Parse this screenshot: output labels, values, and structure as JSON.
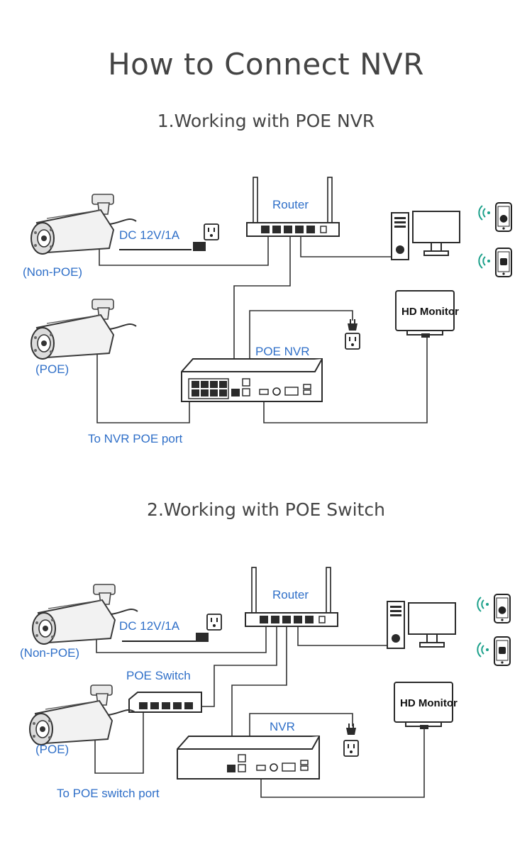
{
  "title": "How to Connect NVR",
  "sections": [
    {
      "heading": "1.Working with POE NVR",
      "labels": {
        "router": "Router",
        "dc": "DC 12V/1A",
        "non_poe": "(Non-POE)",
        "poe": "(POE)",
        "nvr": "POE NVR",
        "port_note": "To NVR POE port",
        "monitor": "HD Monitor"
      }
    },
    {
      "heading": "2.Working with POE Switch",
      "labels": {
        "router": "Router",
        "dc": "DC 12V/1A",
        "non_poe": "(Non-POE)",
        "switch": "POE Switch",
        "poe": "(POE)",
        "nvr": "NVR",
        "port_note": "To POE switch port",
        "monitor": "HD Monitor"
      }
    }
  ],
  "colors": {
    "label": "#2f6fc8",
    "wifi": "#1ba08a",
    "title": "#444444"
  },
  "icons": [
    "apple-icon",
    "android-icon",
    "wifi-icon",
    "power-outlet-icon",
    "power-plug-icon"
  ]
}
